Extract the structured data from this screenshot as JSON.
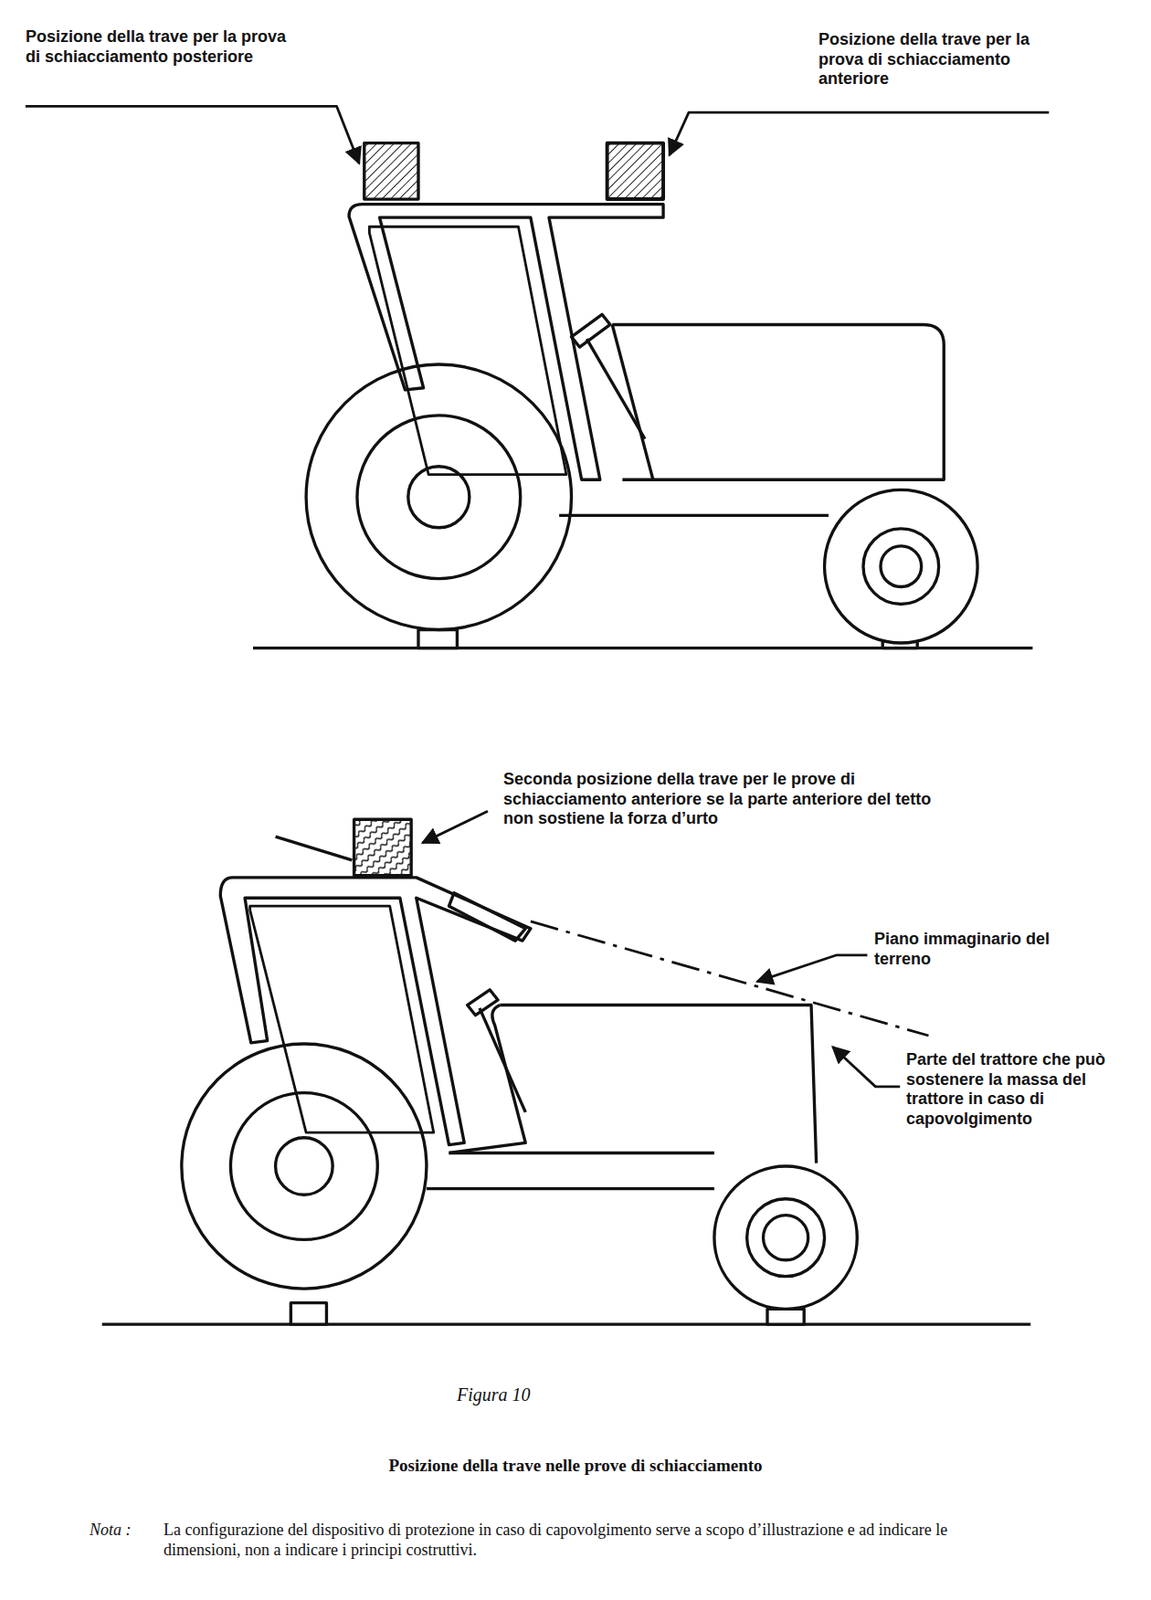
{
  "diagram": {
    "caption": "Posizione della trave nelle prove di schiacciamento",
    "labels": [
      "Posizione della trave per la prova di schiacciamento posteriore",
      "Posizione della trave per la prova di schiacciamento anteriore",
      "Seconda posizione della trave per le prove di schiacciamento anteriore se la parte anteriore del tetto non sostiene la forza d’urto",
      "Piano immaginario del terreno",
      "Parte del trattore che può sostenere la massa del trattore in caso di capovolgimento",
      "Figura 10",
      "Nota :",
      "La configurazione del dispositivo di protezione in caso di capovolgimento serve a scopo d’illustrazione e ad indicare le dimensioni, non a indicare i principi costruttivi."
    ]
  }
}
